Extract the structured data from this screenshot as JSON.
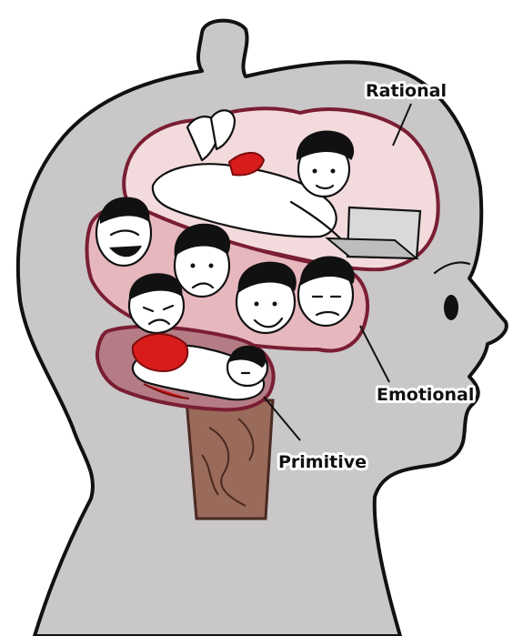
{
  "labels": {
    "rational": "Rational",
    "emotional": "Emotional",
    "primitive": "Primitive"
  },
  "colors": {
    "head_fill": "#c9c7c8",
    "head_outline": "#111111",
    "rational_region": "#f3dadd",
    "emotional_region": "#e7b7be",
    "primitive_region": "#b57c86",
    "brain_outline": "#7a1e33",
    "brainstem": "#9a6a5a",
    "skin": "#ffffff",
    "hair": "#111111",
    "loincloth": "#d81b1b"
  }
}
